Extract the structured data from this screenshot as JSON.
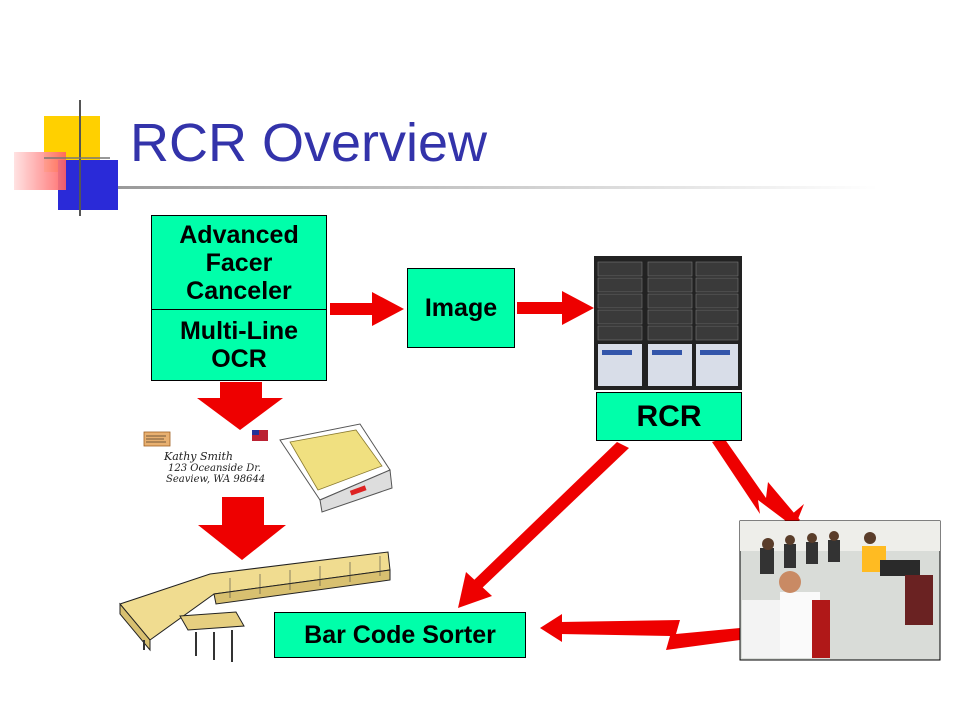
{
  "slide": {
    "title": "RCR Overview"
  },
  "boxes": {
    "afc": "Advanced\nFacer\nCanceler",
    "ocr": "Multi-Line\nOCR",
    "image": "Image",
    "rcr": "RCR",
    "sorter": "Bar Code Sorter"
  },
  "envelope": {
    "name": "Kathy Smith",
    "street": "123 Oceanside Dr.",
    "city": "Seaview, WA 98644"
  },
  "colors": {
    "title": "#3333aa",
    "box_fill": "#00ffaa",
    "arrow": "#ee0000",
    "accent_yellow": "#ffd000",
    "accent_blue": "#2222dd"
  }
}
